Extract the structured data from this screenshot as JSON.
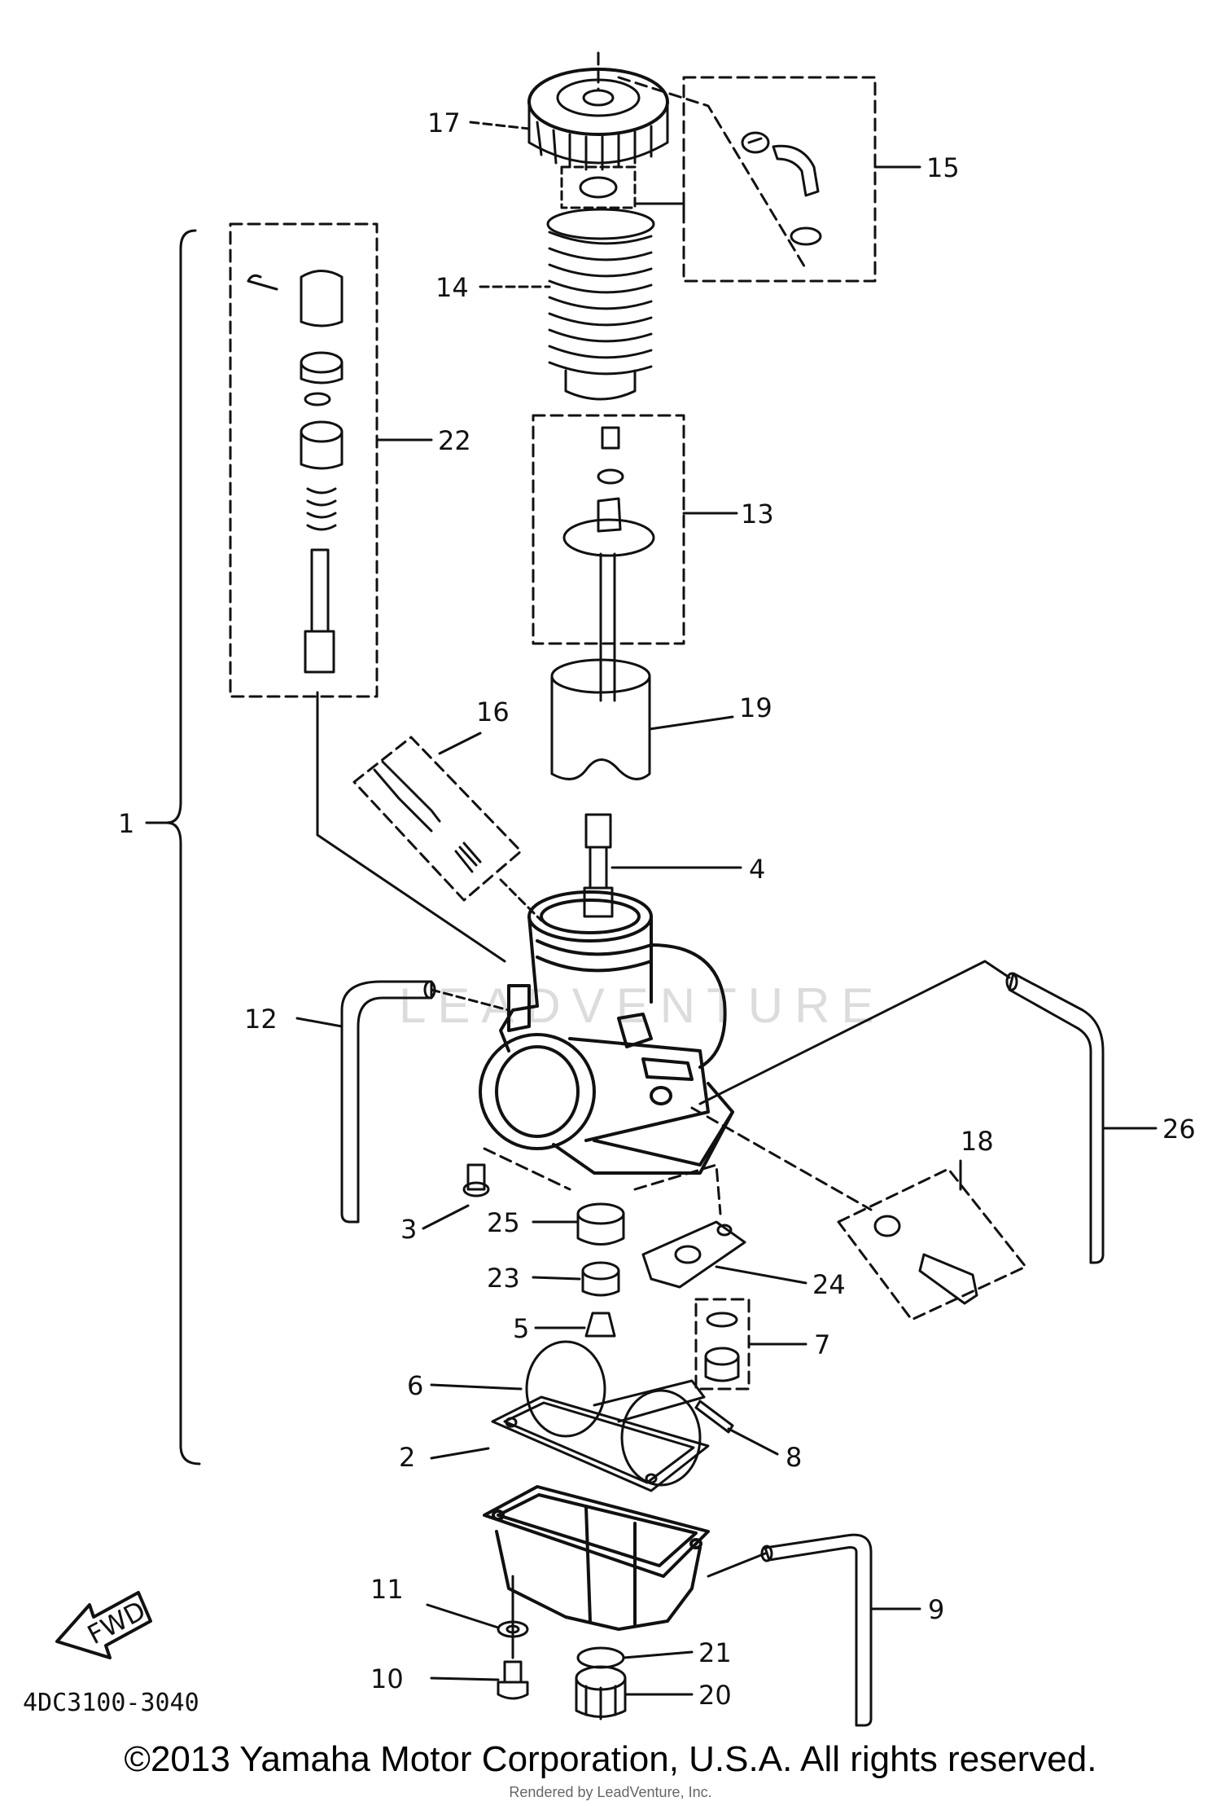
{
  "diagram": {
    "part_code": "4DC3100-3040",
    "fwd_label": "FWD",
    "watermark": "LEADVENTURE",
    "callouts": [
      "1",
      "2",
      "3",
      "4",
      "5",
      "6",
      "7",
      "8",
      "9",
      "10",
      "11",
      "12",
      "13",
      "14",
      "15",
      "16",
      "17",
      "18",
      "19",
      "20",
      "21",
      "22",
      "23",
      "24",
      "25",
      "26"
    ]
  },
  "footer": {
    "copyright": "©2013 Yamaha Motor Corporation, U.S.A. All rights reserved.",
    "rendered_by": "Rendered by LeadVenture, Inc."
  }
}
